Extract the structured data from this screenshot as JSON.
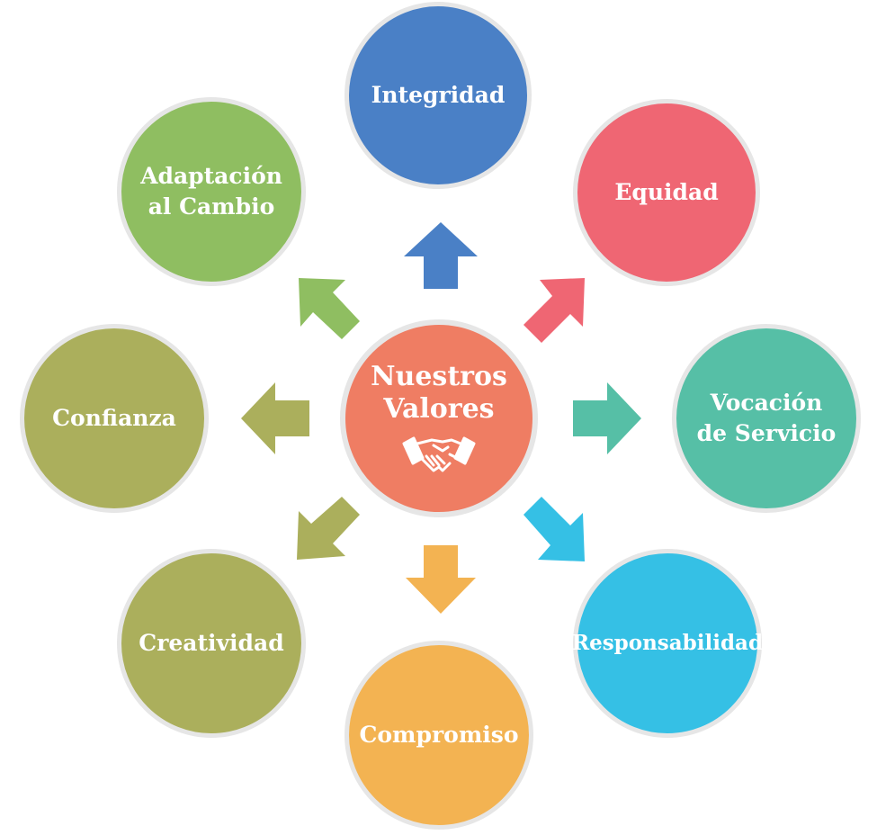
{
  "center": {
    "line1": "Nuestros",
    "line2": "Valores",
    "icon": "handshake-icon",
    "color": "#EF7D63"
  },
  "values": [
    {
      "id": "integridad",
      "line1": "Integridad",
      "line2": "",
      "color": "#4A80C6"
    },
    {
      "id": "equidad",
      "line1": "Equidad",
      "line2": "",
      "color": "#EF6673"
    },
    {
      "id": "vocacion",
      "line1": "Vocación",
      "line2": "de Servicio",
      "color": "#56BFA6"
    },
    {
      "id": "responsabilidad",
      "line1": "Responsabilidad",
      "line2": "",
      "color": "#35C0E5"
    },
    {
      "id": "compromiso",
      "line1": "Compromiso",
      "line2": "",
      "color": "#F3B352"
    },
    {
      "id": "creatividad",
      "line1": "Creatividad",
      "line2": "",
      "color": "#ABAF5C"
    },
    {
      "id": "confianza",
      "line1": "Confianza",
      "line2": "",
      "color": "#ABAF5C"
    },
    {
      "id": "adaptacion",
      "line1": "Adaptación",
      "line2": "al Cambio",
      "color": "#8FBE61"
    }
  ]
}
